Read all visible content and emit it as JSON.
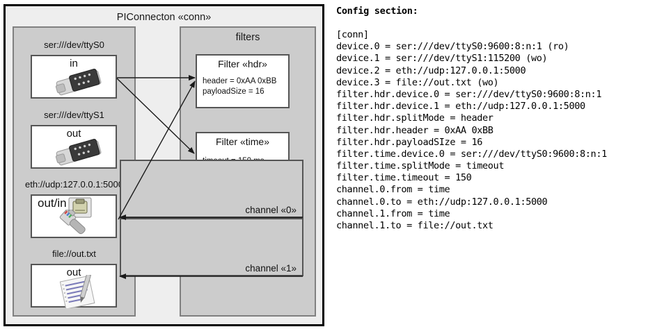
{
  "diagram": {
    "outer": {
      "title": "PIConnecton «conn»"
    },
    "devices_panel": {
      "items": [
        {
          "label": "ser:///dev/ttyS0",
          "io": "in",
          "icon": "serial-port-icon"
        },
        {
          "label": "ser:///dev/ttyS1",
          "io": "out",
          "icon": "serial-port-icon"
        },
        {
          "label": "eth://udp:127.0.0.1:5000",
          "io": "out/in",
          "icon": "ethernet-jack-icon"
        },
        {
          "label": "file://out.txt",
          "io": "out",
          "icon": "text-file-icon"
        }
      ]
    },
    "filters_panel": {
      "title": "filters",
      "filters": [
        {
          "title": "Filter «hdr»",
          "attrs": [
            "header = 0xAA 0xBB",
            "payloadSize = 16"
          ]
        },
        {
          "title": "Filter «time»",
          "attrs": [
            "timeout = 150 ms"
          ]
        }
      ],
      "channels": [
        {
          "label": "channel «0»"
        },
        {
          "label": "channel «1»"
        }
      ]
    },
    "colors": {
      "panel_fill": "#cccccc",
      "outer_fill": "#eeeeee",
      "panel_border": "#808080",
      "box_border": "#555555",
      "edge": "#1a1a1a"
    }
  },
  "config": {
    "heading": "Config section:",
    "lines": [
      "[conn]",
      "device.0 = ser:///dev/ttyS0:9600:8:n:1 (ro)",
      "device.1 = ser:///dev/ttyS1:115200 (wo)",
      "device.2 = eth://udp:127.0.0.1:5000",
      "device.3 = file://out.txt (wo)",
      "filter.hdr.device.0 = ser:///dev/ttyS0:9600:8:n:1",
      "filter.hdr.device.1 = eth://udp:127.0.0.1:5000",
      "filter.hdr.splitMode = header",
      "filter.hdr.header = 0xAA 0xBB",
      "filter.hdr.payloadSIze = 16",
      "filter.time.device.0 = ser:///dev/ttyS0:9600:8:n:1",
      "filter.time.splitMode = timeout",
      "filter.time.timeout = 150",
      "channel.0.from = time",
      "channel.0.to = eth://udp:127.0.0.1:5000",
      "channel.1.from = time",
      "channel.1.to = file://out.txt"
    ]
  }
}
